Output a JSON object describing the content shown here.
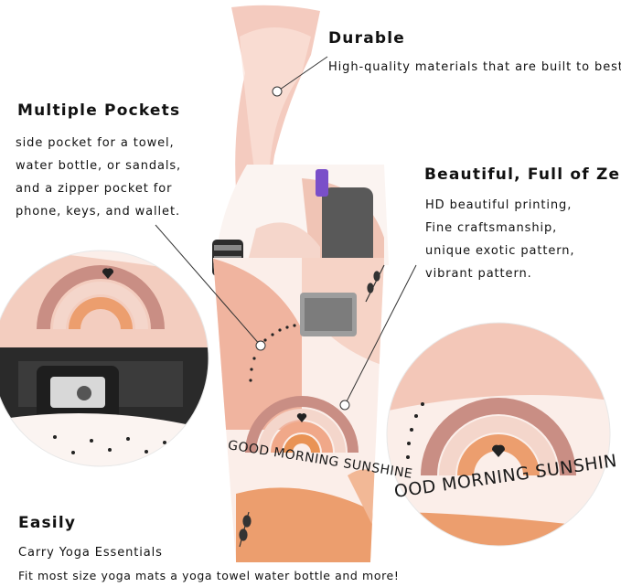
{
  "features": {
    "durable": {
      "title": "Durable",
      "lines": [
        "High-quality materials that are built to best"
      ]
    },
    "pockets": {
      "title": "Multiple Pockets",
      "lines": [
        "side pocket for a towel,",
        "water bottle, or sandals,",
        "and a zipper pocket for",
        "phone,  keys,  and  wallet."
      ]
    },
    "zen": {
      "title": "Beautiful, Full of Zen",
      "lines": [
        "HD beautiful printing,",
        "Fine craftsmanship,",
        "unique exotic pattern,",
        "vibrant pattern."
      ]
    },
    "easily": {
      "title": "Easily",
      "lines": [
        "Carry Yoga Essentials",
        "Fit most size yoga mats a yoga towel water bottle and more!"
      ]
    }
  },
  "bag": {
    "slogan_main": "GOOD MORNING SUNSHINE",
    "slogan_zoom": "OOD MORNING SUNSHIN"
  },
  "colors": {
    "blush": "#f2c4b4",
    "peach": "#f0a889",
    "orange": "#e98a4e",
    "dusty_pink": "#c98e84",
    "mat_gray": "#5a5a5a",
    "purple": "#7a4fc9"
  }
}
